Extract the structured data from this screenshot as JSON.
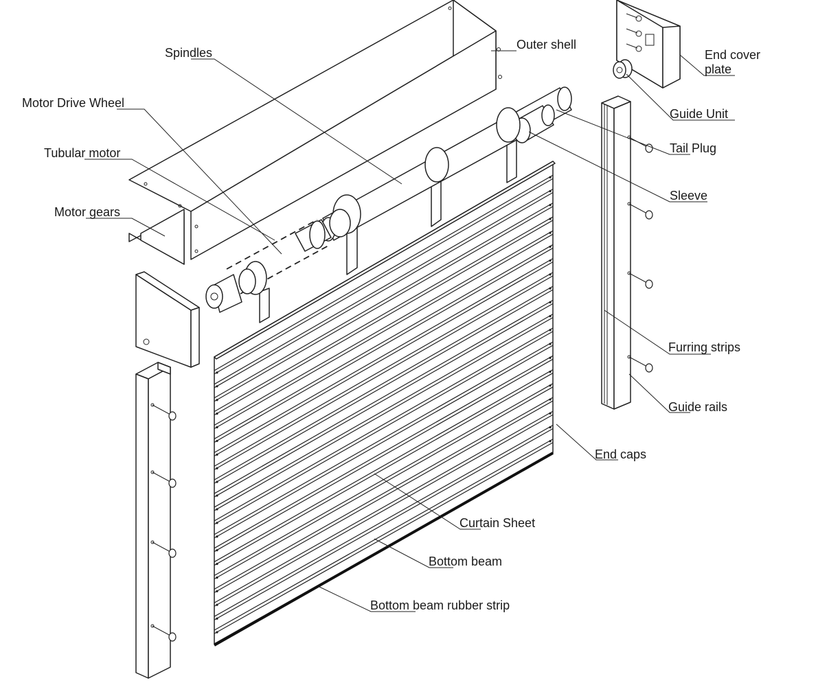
{
  "labels": {
    "spindles": "Spindles",
    "outer_shell": "Outer shell",
    "end_cover_plate_line1": "End cover",
    "end_cover_plate_line2": "plate",
    "motor_drive_wheel": "Motor Drive Wheel",
    "guide_unit": "Guide Unit",
    "tubular_motor": "Tubular motor",
    "tail_plug": "Tail Plug",
    "sleeve": "Sleeve",
    "motor_gears": "Motor gears",
    "furring_strips": "Furring strips",
    "guide_rails": "Guide rails",
    "end_caps": "End caps",
    "curtain_sheet": "Curtain Sheet",
    "bottom_beam": "Bottom beam",
    "bottom_beam_rubber_strip": "Bottom beam rubber strip"
  }
}
